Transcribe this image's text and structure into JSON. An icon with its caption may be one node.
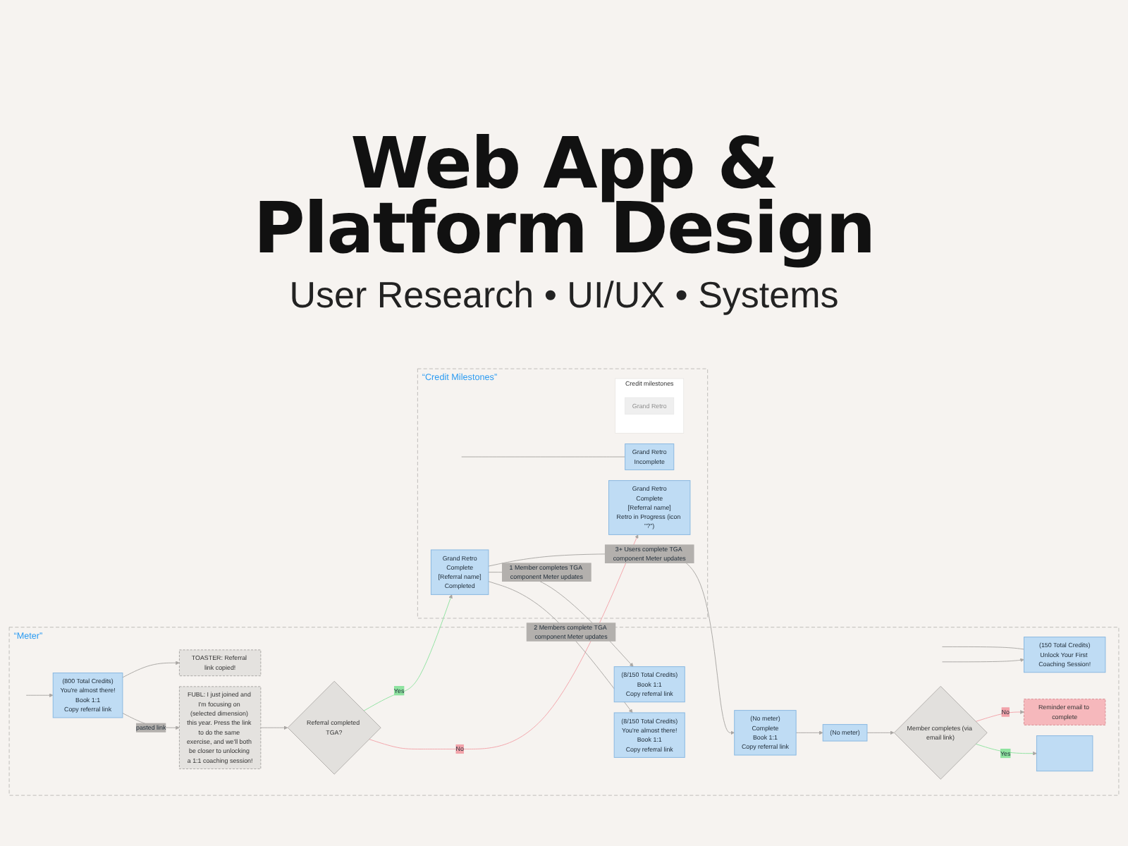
{
  "diagram": {
    "title": "Web App & Platform Design",
    "nodes": [
      {
        "text": [
          "“Meter”"
        ]
      },
      {
        "text": [
          "(150 Total Credits)",
          "Unlock Your First Coaching Session!"
        ],
        "in": 0
      },
      {
        "text": [
          "(800 Total Credits)",
          "You're almost there!",
          "Book 1:1",
          "Copy referral link"
        ],
        "in": 0
      },
      {
        "text": [
          "TOASTER: Referral link copied!"
        ],
        "in": 0
      },
      {
        "text": [
          "FUBL: I just joined and I'm focusing on (selected dimension) this year. Press the link to do the same exercise, and we'll both be closer to unlocking a 1:1 coaching session!"
        ],
        "in": 0
      },
      {
        "text": [
          "Referral completed TGA?"
        ],
        "in": 0
      },
      {
        "text": [
          "(8/150 Total Credits)",
          "Book 1:1",
          "Copy referral link"
        ],
        "in": 0
      },
      {
        "text": [
          "(8/150 Total Credits)",
          "You're almost there!",
          "Book 1:1",
          "Copy referral link"
        ],
        "in": 0
      },
      {
        "text": [
          "(No meter)",
          "Complete",
          "Book 1:1",
          "Copy referral link"
        ],
        "in": 0
      },
      {
        "text": [
          "(No meter)"
        ],
        "in": 0
      },
      {
        "text": [
          "Member completes (via email link)"
        ],
        "in": 0
      },
      {
        "text": [
          "Reminder email to complete"
        ],
        "in": 0
      },
      {
        "text": [],
        "shape": "box",
        "in": 0
      },
      {
        "text": [
          "“Credit Milestones”"
        ]
      },
      {
        "text": [
          "Grand Retro",
          "Incomplete"
        ],
        "in": 13
      },
      {
        "text": [
          "Credit milestones"
        ],
        "in": 13
      },
      {
        "text": [
          "Grand Retro"
        ],
        "in": 15
      },
      {
        "text": [
          "Grand Retro",
          "Complete",
          "[Referral name]",
          "Retro in Progress (icon \"?\")"
        ],
        "in": 13
      },
      {
        "text": [
          "Grand Retro",
          "Complete",
          "[Referral name]",
          "Completed"
        ],
        "in": 13
      }
    ],
    "edges": [
      {
        "from": null,
        "to": 1,
        "arrow": "none"
      },
      {
        "from": null,
        "to": 1,
        "arrow": "to"
      },
      {
        "from": null,
        "to": 2,
        "arrow": "to"
      },
      {
        "from": 2,
        "to": 3,
        "arrow": "to"
      },
      {
        "from": 2,
        "to": 4,
        "arrow": "to",
        "label": "pasted link"
      },
      {
        "from": 4,
        "to": 5,
        "arrow": "to"
      },
      {
        "from": 5,
        "to": 17,
        "arrow": "to",
        "label": "No",
        "color": "#f2a3aa"
      },
      {
        "from": 5,
        "to": 18,
        "arrow": "to",
        "label": "Yes",
        "color": "#8fe3a0"
      },
      {
        "from": 18,
        "to": 6,
        "arrow": "to",
        "label": "1 Member completes TGA component Meter updates"
      },
      {
        "from": 18,
        "to": 7,
        "arrow": "to",
        "label": "2 Members complete TGA component Meter updates"
      },
      {
        "from": 18,
        "to": 8,
        "arrow": "to",
        "label": "3+ Users complete TGA component Meter updates"
      },
      {
        "from": 8,
        "to": 9,
        "arrow": "to"
      },
      {
        "from": 9,
        "to": 10,
        "arrow": "to"
      },
      {
        "from": 10,
        "to": 12,
        "arrow": "to",
        "label": "Yes",
        "color": "#8fe3a0"
      },
      {
        "from": 10,
        "to": 11,
        "arrow": "to",
        "label": "No",
        "color": "#f2a3aa"
      },
      {
        "from": 14,
        "to": null,
        "arrow": "none"
      }
    ],
    "labels": [
      "User Research • UI/UX • Systems"
    ]
  }
}
